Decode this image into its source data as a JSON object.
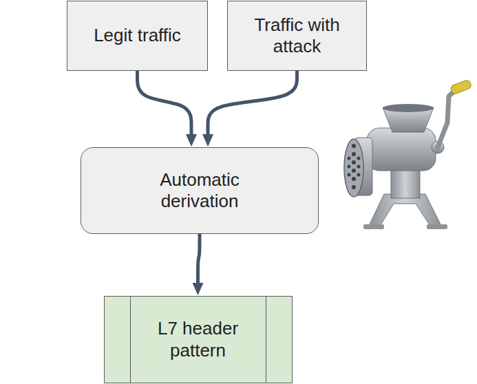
{
  "diagram": {
    "nodes": [
      {
        "text": [
          "Legit traffic"
        ]
      },
      {
        "text": [
          "Traffic with attack"
        ]
      },
      {
        "text": [
          "Automatic derivation"
        ]
      },
      {
        "text": [
          "L7 header pattern"
        ]
      }
    ],
    "edges": [
      {
        "from": 0,
        "to": 2,
        "arrow": "to"
      },
      {
        "from": 1,
        "to": 2,
        "arrow": "to"
      },
      {
        "from": 2,
        "to": 3,
        "arrow": "to"
      }
    ]
  }
}
